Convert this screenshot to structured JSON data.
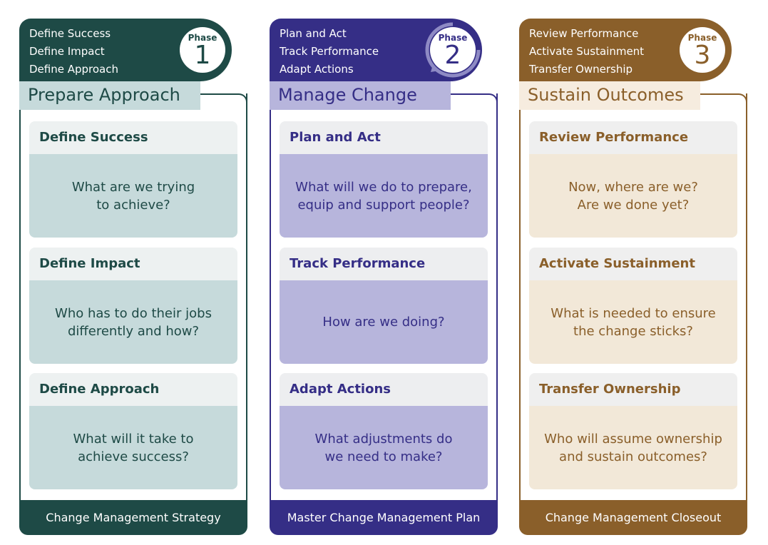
{
  "phases": [
    {
      "phase_label": "Phase",
      "phase_number": "1",
      "header_items": [
        "Define Success",
        "Define Impact",
        "Define Approach"
      ],
      "title": "Prepare Approach",
      "cards": [
        {
          "heading": "Define Success",
          "question": "What are we trying\nto achieve?"
        },
        {
          "heading": "Define Impact",
          "question": "Who has to do their jobs\ndifferently and how?"
        },
        {
          "heading": "Define Approach",
          "question": "What will it take to\nachieve success?"
        }
      ],
      "footer": "Change Management Strategy",
      "color": "#1e4a46"
    },
    {
      "phase_label": "Phase",
      "phase_number": "2",
      "header_items": [
        "Plan and Act",
        "Track Performance",
        "Adapt Actions"
      ],
      "title": "Manage Change",
      "cards": [
        {
          "heading": "Plan and Act",
          "question": "What will we do to prepare,\nequip and support people?"
        },
        {
          "heading": "Track Performance",
          "question": "How are we doing?"
        },
        {
          "heading": "Adapt Actions",
          "question": "What adjustments do\nwe need to make?"
        }
      ],
      "footer": "Master Change Management Plan",
      "color": "#352e86"
    },
    {
      "phase_label": "Phase",
      "phase_number": "3",
      "header_items": [
        "Review Performance",
        "Activate Sustainment",
        "Transfer Ownership"
      ],
      "title": "Sustain Outcomes",
      "cards": [
        {
          "heading": "Review Performance",
          "question": "Now, where are we?\nAre we done yet?"
        },
        {
          "heading": "Activate Sustainment",
          "question": "What is needed to ensure\nthe change sticks?"
        },
        {
          "heading": "Transfer Ownership",
          "question": "Who will assume ownership\nand sustain outcomes?"
        }
      ],
      "footer": "Change Management Closeout",
      "color": "#8a5f2a"
    }
  ]
}
